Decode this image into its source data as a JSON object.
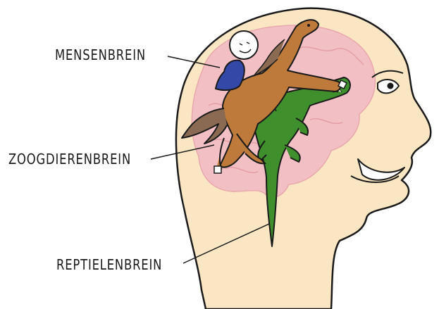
{
  "labels": {
    "human_brain": "MENSENBREIN",
    "mammal_brain": "ZOOGDIERENBREIN",
    "reptile_brain": "REPTIELENBREIN"
  },
  "colors": {
    "head_fill": "#fbe6c4",
    "brain_fill": "#f2c0c4",
    "horse_fill": "#bd7a3a",
    "crocodile_fill": "#3f8f2c",
    "rider_jacket": "#3448a8",
    "outline": "#1a1a1a"
  }
}
